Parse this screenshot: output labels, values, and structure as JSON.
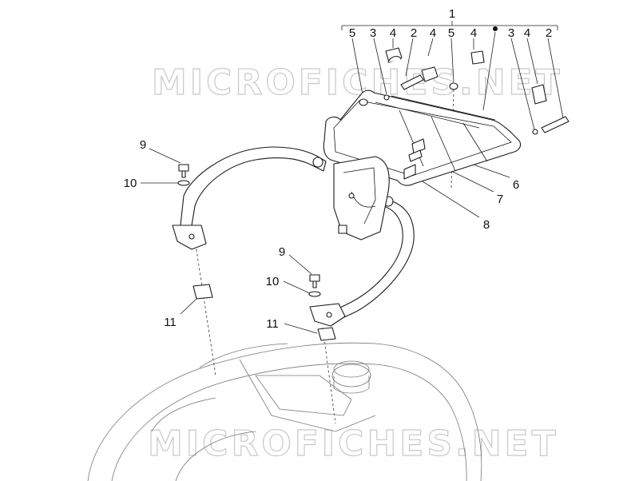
{
  "watermark": "MICROFICHES.NET",
  "callouts": {
    "c1": "1",
    "c5a": "5",
    "c3a": "3",
    "c4a": "4",
    "c2a": "2",
    "c4b": "4",
    "c5b": "5",
    "c4c": "4",
    "c3b": "3",
    "c4d": "4",
    "c2b": "2",
    "c6": "6",
    "c7": "7",
    "c8": "8",
    "c9a": "9",
    "c10a": "10",
    "c9b": "9",
    "c10b": "10",
    "c11a": "11",
    "c11b": "11"
  }
}
